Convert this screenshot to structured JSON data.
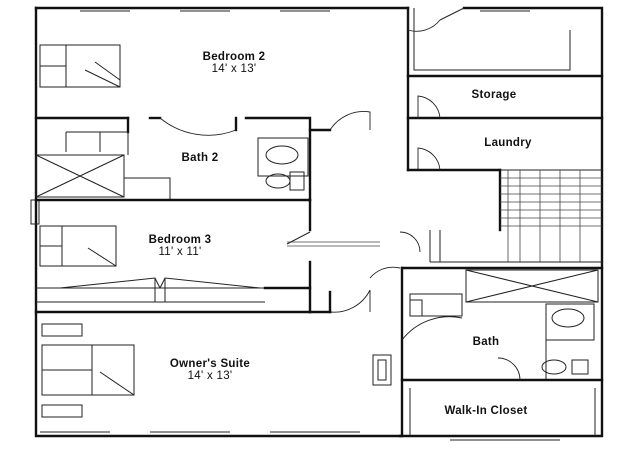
{
  "floor_plan": {
    "rooms": {
      "bedroom2": {
        "name": "Bedroom 2",
        "dims": "14' x 13'"
      },
      "bath2": {
        "name": "Bath 2"
      },
      "bedroom3": {
        "name": "Bedroom 3",
        "dims": "11' x 11'"
      },
      "owners_suite": {
        "name": "Owner's Suite",
        "dims": "14' x 13'"
      },
      "storage": {
        "name": "Storage"
      },
      "laundry": {
        "name": "Laundry"
      },
      "bath": {
        "name": "Bath"
      },
      "walk_in_closet": {
        "name": "Walk-In Closet"
      }
    },
    "colors": {
      "wall": "#111111",
      "background": "#ffffff"
    }
  }
}
